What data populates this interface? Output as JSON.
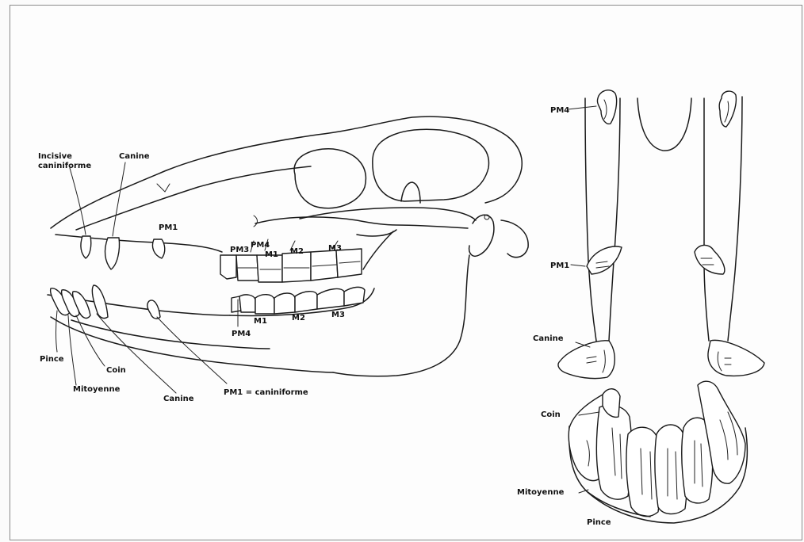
{
  "labels": {
    "incisive_caniniforme_1": "Incisive",
    "incisive_caniniforme_2": "caniniforme",
    "canine_upper": "Canine",
    "pm1_upper": "PM1",
    "pm3_upper": "PM3",
    "pm4_upper": "PM4",
    "m1_upper": "M1",
    "m2_upper": "M2",
    "m3_upper": "M3",
    "pm4_lower": "PM4",
    "m1_lower": "M1",
    "m2_lower": "M2",
    "m3_lower": "M3",
    "pince_left": "Pince",
    "coin_left": "Coin",
    "mitoyenne_left": "Mitoyenne",
    "canine_lower": "Canine",
    "pm1_caniniforme": "PM1 = caniniforme",
    "pm4_front": "PM4",
    "pm1_front": "PM1",
    "canine_front": "Canine",
    "coin_front": "Coin",
    "mitoyenne_front": "Mitoyenne",
    "pince_front": "Pince"
  }
}
